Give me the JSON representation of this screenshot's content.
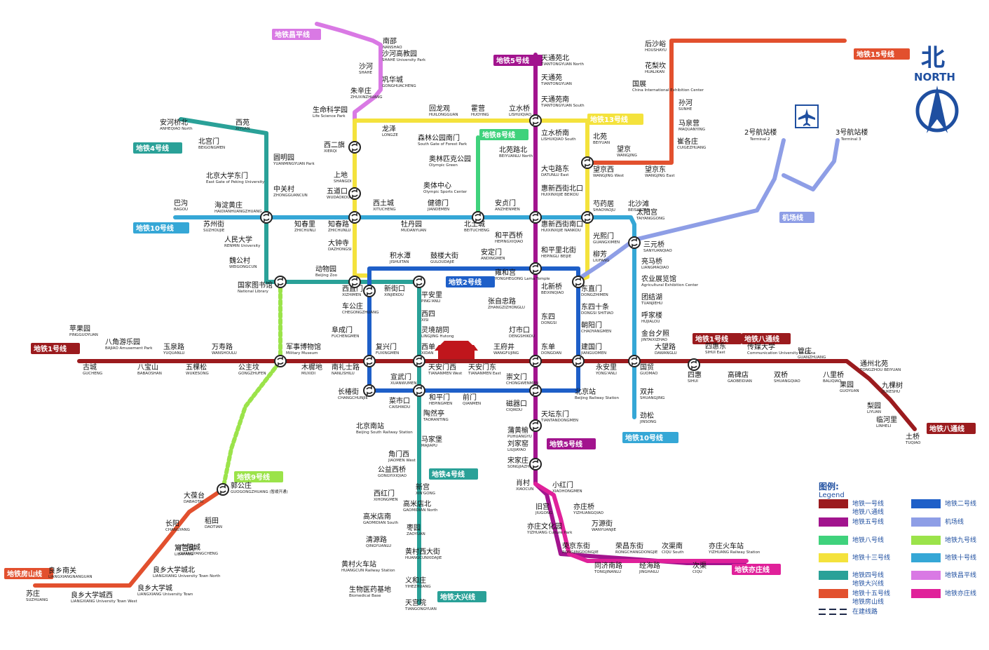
{
  "north": {
    "cn": "北",
    "en": "NORTH"
  },
  "colors": {
    "line1": "#9b1b1e",
    "line2": "#1e5fc8",
    "line4": "#2aa198",
    "line5": "#a2148e",
    "line8": "#3fd27c",
    "line9": "#9be34a",
    "line10": "#35a7d6",
    "line13": "#f4e23c",
    "line15": "#e2502e",
    "changping": "#d979e4",
    "yizhuang": "#e0219a",
    "airport": "#8e9ee6",
    "fangshan": "#e2502e",
    "batong": "#9b1b1e",
    "daxing": "#2aa198"
  },
  "line_tags": [
    {
      "id": "t-changping",
      "text": "地铁昌平线",
      "color": "changping"
    },
    {
      "id": "t-line5n",
      "text": "地铁5号线",
      "color": "line5"
    },
    {
      "id": "t-line15",
      "text": "地铁15号线",
      "color": "line15"
    },
    {
      "id": "t-line4n",
      "text": "地铁4号线",
      "color": "line4"
    },
    {
      "id": "t-line8",
      "text": "地铁8号线",
      "color": "line8"
    },
    {
      "id": "t-line13",
      "text": "地铁13号线",
      "color": "line13",
      "dark": true
    },
    {
      "id": "t-line10w",
      "text": "地铁10号线",
      "color": "line10"
    },
    {
      "id": "t-airport",
      "text": "机场线",
      "color": "airport"
    },
    {
      "id": "t-line2",
      "text": "地铁2号线",
      "color": "line2"
    },
    {
      "id": "t-line1w",
      "text": "地铁1号线",
      "color": "line1"
    },
    {
      "id": "t-line1e",
      "text": "地铁1号线",
      "color": "line1"
    },
    {
      "id": "t-batong1",
      "text": "地铁八通线",
      "color": "batong"
    },
    {
      "id": "t-batong2",
      "text": "地铁八通线",
      "color": "batong"
    },
    {
      "id": "t-line10s",
      "text": "地铁10号线",
      "color": "line10"
    },
    {
      "id": "t-line5s",
      "text": "地铁5号线",
      "color": "line5"
    },
    {
      "id": "t-line9",
      "text": "地铁9号线",
      "color": "line9",
      "dark": true
    },
    {
      "id": "t-line4s",
      "text": "地铁4号线",
      "color": "line4"
    },
    {
      "id": "t-fangshan",
      "text": "地铁房山线",
      "color": "fangshan"
    },
    {
      "id": "t-daxing",
      "text": "地铁大兴线",
      "color": "daxing"
    },
    {
      "id": "t-yizhuang",
      "text": "地铁亦庄线",
      "color": "yizhuang"
    }
  ],
  "stations": [
    {
      "cn": "南邵",
      "en": "NANSHAO"
    },
    {
      "cn": "沙河高教园",
      "en": "SHAHE University Park"
    },
    {
      "cn": "沙河",
      "en": "SHAHE"
    },
    {
      "cn": "巩华城",
      "en": "GONGHUACHENG"
    },
    {
      "cn": "朱辛庄",
      "en": "ZHUXINZHUANG"
    },
    {
      "cn": "生命科学园",
      "en": "Life Science Park"
    },
    {
      "cn": "天通苑北",
      "en": "TIANTONGYUAN North"
    },
    {
      "cn": "天通苑",
      "en": "TIANTONGYUAN"
    },
    {
      "cn": "天通苑南",
      "en": "TIANTONGYUAN South"
    },
    {
      "cn": "立水桥",
      "en": "LISHUIQIAO"
    },
    {
      "cn": "立水桥南",
      "en": "LISHUIQIAO South"
    },
    {
      "cn": "北苑",
      "en": "BEIYUAN"
    },
    {
      "cn": "回龙观",
      "en": "HUILONGGUAN"
    },
    {
      "cn": "霍营",
      "en": "HUOYING"
    },
    {
      "cn": "龙泽",
      "en": "LONGZE"
    },
    {
      "cn": "西二旗",
      "en": "XIERQI"
    },
    {
      "cn": "上地",
      "en": "SHANGDI"
    },
    {
      "cn": "五道口",
      "en": "WUDAOKOU"
    },
    {
      "cn": "森林公园南门",
      "en": "South Gate of Forest Park"
    },
    {
      "cn": "奥林匹克公园",
      "en": "Olympic Green"
    },
    {
      "cn": "奥体中心",
      "en": "Olympic Sports Center"
    },
    {
      "cn": "北土城",
      "en": "BEITUCHENG"
    },
    {
      "cn": "北沙滩",
      "en": "BEISHATAN"
    },
    {
      "cn": "后沙峪",
      "en": "HOUSHAYU"
    },
    {
      "cn": "花梨坎",
      "en": "HUALIKAN"
    },
    {
      "cn": "国展",
      "en": "China International Exhibition Center"
    },
    {
      "cn": "孙河",
      "en": "SUNHE"
    },
    {
      "cn": "马泉营",
      "en": "MAQUANYING"
    },
    {
      "cn": "崔各庄",
      "en": "CUIGEZHUANG"
    },
    {
      "cn": "望京",
      "en": "WANGJING"
    },
    {
      "cn": "望京西",
      "en": "WANGJING West"
    },
    {
      "cn": "望京东",
      "en": "WANGJING East"
    },
    {
      "cn": "北苑路北",
      "en": "BEIYUANLU North"
    },
    {
      "cn": "大屯路东",
      "en": "DATUNLU East"
    },
    {
      "cn": "惠新西街北口",
      "en": "HUIXINXIJIE BEIKOU"
    },
    {
      "cn": "惠新西街南口",
      "en": "HUIXINXIJIE NANKOU"
    },
    {
      "cn": "芍药居",
      "en": "SHAOYAOJU"
    },
    {
      "cn": "太阳宫",
      "en": "TAIYANGGONG"
    },
    {
      "cn": "三元桥",
      "en": "SANYUANQIAO"
    },
    {
      "cn": "安河桥北",
      "en": "ANHEQIAO North"
    },
    {
      "cn": "北宫门",
      "en": "BEIGONGMEN"
    },
    {
      "cn": "西苑",
      "en": "XIYUAN"
    },
    {
      "cn": "圆明园",
      "en": "YUANMINGYUAN Park"
    },
    {
      "cn": "北京大学东门",
      "en": "East Gate of Peking University"
    },
    {
      "cn": "中关村",
      "en": "ZHONGGUANCUN"
    },
    {
      "cn": "海淀黄庄",
      "en": "HAIDIANHUANGZHUANG"
    },
    {
      "cn": "人民大学",
      "en": "RENMIN University"
    },
    {
      "cn": "魏公村",
      "en": "WEIGONGCUN"
    },
    {
      "cn": "国家图书馆",
      "en": "National Library"
    },
    {
      "cn": "动物园",
      "en": "Beijing Zoo"
    },
    {
      "cn": "巴沟",
      "en": "BAGOU"
    },
    {
      "cn": "苏州街",
      "en": "SUZHOUJIE"
    },
    {
      "cn": "知春里",
      "en": "ZHICHUNLI"
    },
    {
      "cn": "知春路",
      "en": "ZHICHUNLU"
    },
    {
      "cn": "西土城",
      "en": "XITUCHENG"
    },
    {
      "cn": "牡丹园",
      "en": "MUDANYUAN"
    },
    {
      "cn": "健德门",
      "en": "JIANDEMEN"
    },
    {
      "cn": "安贞门",
      "en": "ANZHENMEN"
    },
    {
      "cn": "大钟寺",
      "en": "DAZHONGSI"
    },
    {
      "cn": "和平西桥",
      "en": "HEPINGXIQIAO"
    },
    {
      "cn": "和平里北街",
      "en": "HEPINGLI BEIJIE"
    },
    {
      "cn": "光熙门",
      "en": "GUANGXIMEN"
    },
    {
      "cn": "柳芳",
      "en": "LIUFANG"
    },
    {
      "cn": "积水潭",
      "en": "JISHUITAN"
    },
    {
      "cn": "鼓楼大街",
      "en": "GULOUDAJIE"
    },
    {
      "cn": "安定门",
      "en": "ANDINGMEN"
    },
    {
      "cn": "雍和宫",
      "en": "YONGHEGONG Lama Temple"
    },
    {
      "cn": "东直门",
      "en": "DONGZHIMEN"
    },
    {
      "cn": "西直门",
      "en": "XIZHIMEN"
    },
    {
      "cn": "新街口",
      "en": "XINJIEKOU"
    },
    {
      "cn": "平安里",
      "en": "PING'ANLI"
    },
    {
      "cn": "车公庄",
      "en": "CHEGONGZHUANG"
    },
    {
      "cn": "西四",
      "en": "XISI"
    },
    {
      "cn": "灵境胡同",
      "en": "LINGJING Hutong"
    },
    {
      "cn": "张自忠路",
      "en": "ZHANGZIZHONGLU"
    },
    {
      "cn": "北新桥",
      "en": "BEIXINQIAO"
    },
    {
      "cn": "东四",
      "en": "DONGSI"
    },
    {
      "cn": "东四十条",
      "en": "DONGSI SHITIAO"
    },
    {
      "cn": "朝阳门",
      "en": "CHAOYANGMEN"
    },
    {
      "cn": "阜成门",
      "en": "FUCHENGMEN"
    },
    {
      "cn": "灯市口",
      "en": "DENGSHIKOU"
    },
    {
      "cn": "亮马桥",
      "en": "LIANGMAQIAO"
    },
    {
      "cn": "农业展览馆",
      "en": "Agricultural Exhibition Center"
    },
    {
      "cn": "团结湖",
      "en": "TUANJIEHU"
    },
    {
      "cn": "呼家楼",
      "en": "HUJIALOU"
    },
    {
      "cn": "金台夕照",
      "en": "JINTAIXIZHAO"
    },
    {
      "cn": "苹果园",
      "en": "PINGGUOYUAN"
    },
    {
      "cn": "古城",
      "en": "GUCHENG"
    },
    {
      "cn": "八角游乐园",
      "en": "BAJIAO Amusement Park"
    },
    {
      "cn": "八宝山",
      "en": "BABAOSHAN"
    },
    {
      "cn": "玉泉路",
      "en": "YUQUANLU"
    },
    {
      "cn": "五棵松",
      "en": "WUKESONG"
    },
    {
      "cn": "万寿路",
      "en": "WANSHOULU"
    },
    {
      "cn": "公主坟",
      "en": "GONGZHUFEN"
    },
    {
      "cn": "军事博物馆",
      "en": "Military Museum"
    },
    {
      "cn": "木樨地",
      "en": "MUXIDI"
    },
    {
      "cn": "南礼士路",
      "en": "NANLISHILU"
    },
    {
      "cn": "复兴门",
      "en": "FUXINGMEN"
    },
    {
      "cn": "西单",
      "en": "XIDAN"
    },
    {
      "cn": "天安门西",
      "en": "TIANANMEN West"
    },
    {
      "cn": "天安门东",
      "en": "TIANANMEN East"
    },
    {
      "cn": "王府井",
      "en": "WANGFUJING"
    },
    {
      "cn": "东单",
      "en": "DONGDAN"
    },
    {
      "cn": "建国门",
      "en": "JIANGUOMEN"
    },
    {
      "cn": "永安里",
      "en": "YONG'ANLI"
    },
    {
      "cn": "国贸",
      "en": "GUOMAO"
    },
    {
      "cn": "大望路",
      "en": "DAWANGLU"
    },
    {
      "cn": "四惠",
      "en": "SIHUI"
    },
    {
      "cn": "四惠东",
      "en": "SIHUI East"
    },
    {
      "cn": "高碑店",
      "en": "GAOBEIDIAN"
    },
    {
      "cn": "传媒大学",
      "en": "Communication University of China"
    },
    {
      "cn": "双桥",
      "en": "SHUANGQIAO"
    },
    {
      "cn": "管庄",
      "en": "GUANZHUANG"
    },
    {
      "cn": "八里桥",
      "en": "BALIQIAO"
    },
    {
      "cn": "通州北苑",
      "en": "TONGZHOU BEIYUAN"
    },
    {
      "cn": "果园",
      "en": "GUOYUAN"
    },
    {
      "cn": "九棵树",
      "en": "JIUKESHU"
    },
    {
      "cn": "梨园",
      "en": "LIYUAN"
    },
    {
      "cn": "临河里",
      "en": "LINHELI"
    },
    {
      "cn": "土桥",
      "en": "TUQIAO"
    },
    {
      "cn": "宣武门",
      "en": "XUANWUMEN"
    },
    {
      "cn": "和平门",
      "en": "HEPINGMEN"
    },
    {
      "cn": "前门",
      "en": "QIANMEN"
    },
    {
      "cn": "崇文门",
      "en": "CHONGWENMEN"
    },
    {
      "cn": "北京站",
      "en": "Beijing Railway Station"
    },
    {
      "cn": "长椿街",
      "en": "CHANGCHUNJIE"
    },
    {
      "cn": "菜市口",
      "en": "CAISHIKOU"
    },
    {
      "cn": "陶然亭",
      "en": "TAORANTING"
    },
    {
      "cn": "北京南站",
      "en": "Beijing South Railway Station"
    },
    {
      "cn": "马家堡",
      "en": "MAJIAPU"
    },
    {
      "cn": "角门西",
      "en": "JIAOMEN West"
    },
    {
      "cn": "公益西桥",
      "en": "GONGYIXIQIAO"
    },
    {
      "cn": "磁器口",
      "en": "CIQIKOU"
    },
    {
      "cn": "天坛东门",
      "en": "TIANTANDONGMEN"
    },
    {
      "cn": "蒲黄榆",
      "en": "PUHUANGYU"
    },
    {
      "cn": "刘家窑",
      "en": "LIUJIAYAO"
    },
    {
      "cn": "宋家庄",
      "en": "SONGJIAZHUANG"
    },
    {
      "cn": "双井",
      "en": "SHUANGJING"
    },
    {
      "cn": "劲松",
      "en": "JINSONG"
    },
    {
      "cn": "郭公庄",
      "en": "GUOGONGZHUANG (暂缓开通)"
    },
    {
      "cn": "大葆台",
      "en": "DABAOTAI"
    },
    {
      "cn": "稻田",
      "en": "DAOTIAN"
    },
    {
      "cn": "长阳",
      "en": "CHANGYANG"
    },
    {
      "cn": "篱笆房",
      "en": "LIBAFANG"
    },
    {
      "cn": "广阳城",
      "en": "GUANGYANGCHENG"
    },
    {
      "cn": "良乡大学城北",
      "en": "LIANGXIANG University Town North"
    },
    {
      "cn": "良乡南关",
      "en": "LIANGXIANGNANGUAN"
    },
    {
      "cn": "良乡大学城",
      "en": "LIANGXIANG University Town"
    },
    {
      "cn": "良乡大学城西",
      "en": "LIANGXIANG University Town West"
    },
    {
      "cn": "苏庄",
      "en": "SUZHUANG"
    },
    {
      "cn": "新宫",
      "en": "XIN'GONG"
    },
    {
      "cn": "西红门",
      "en": "XIHONGMEN"
    },
    {
      "cn": "高米店北",
      "en": "GAOMIDIAN North"
    },
    {
      "cn": "高米店南",
      "en": "GAOMIDIAN South"
    },
    {
      "cn": "枣园",
      "en": "ZAOYUAN"
    },
    {
      "cn": "清源路",
      "en": "QINGYUANLU"
    },
    {
      "cn": "黄村西大街",
      "en": "HUANGCUNXIDAJIE"
    },
    {
      "cn": "黄村火车站",
      "en": "HUANGCUN Railway Station"
    },
    {
      "cn": "义和庄",
      "en": "YIHEZHUANG"
    },
    {
      "cn": "生物医药基地",
      "en": "Biomedical Base"
    },
    {
      "cn": "天宫院",
      "en": "TIANGONGYUAN"
    },
    {
      "cn": "肖村",
      "en": "XIAOCUN"
    },
    {
      "cn": "小红门",
      "en": "XIAOHONGMEN"
    },
    {
      "cn": "旧宫",
      "en": "JIUGONG"
    },
    {
      "cn": "亦庄桥",
      "en": "YIZHUANGQIAO"
    },
    {
      "cn": "亦庄文化园",
      "en": "YIZHUANG Culture Park"
    },
    {
      "cn": "万源街",
      "en": "WANYUANJIE"
    },
    {
      "cn": "荣京东街",
      "en": "RONGJINGDONGJIE"
    },
    {
      "cn": "荣昌东街",
      "en": "RONGCHANGDONGJIE"
    },
    {
      "cn": "同济南路",
      "en": "TONGJINANLU"
    },
    {
      "cn": "经海路",
      "en": "JINGHAILU"
    },
    {
      "cn": "次渠南",
      "en": "CIQU South"
    },
    {
      "cn": "次渠",
      "en": "CIQU"
    },
    {
      "cn": "亦庄火车站",
      "en": "YIZHUANG Railway Station"
    }
  ],
  "airport": {
    "t2": {
      "cn": "2号航站楼",
      "en": "Terminal 2"
    },
    "t3": {
      "cn": "3号航站楼",
      "en": "Terminal 3"
    }
  },
  "legend": {
    "title": "图例:",
    "subtitle": "Legend",
    "items": [
      {
        "color": "line1",
        "label": "地铁一号线",
        "label2": "地铁八通线"
      },
      {
        "color": "line2",
        "label": "地铁二号线"
      },
      {
        "color": "line5",
        "label": "地铁五号线"
      },
      {
        "color": "airport",
        "label": "机场线"
      },
      {
        "color": "line8",
        "label": "地铁八号线"
      },
      {
        "color": "line9",
        "label": "地铁九号线"
      },
      {
        "color": "line13",
        "label": "地铁十三号线"
      },
      {
        "color": "line10",
        "label": "地铁十号线"
      },
      {
        "color": "line4",
        "label": "地铁四号线",
        "label2": "地铁大兴线"
      },
      {
        "color": "changping",
        "label": "地铁昌平线"
      },
      {
        "color": "line15",
        "label": "地铁十五号线",
        "label2": "地铁房山线"
      },
      {
        "color": "yizhuang",
        "label": "地铁亦庄线"
      },
      {
        "color": "dashed",
        "label": "在建线路"
      }
    ]
  }
}
